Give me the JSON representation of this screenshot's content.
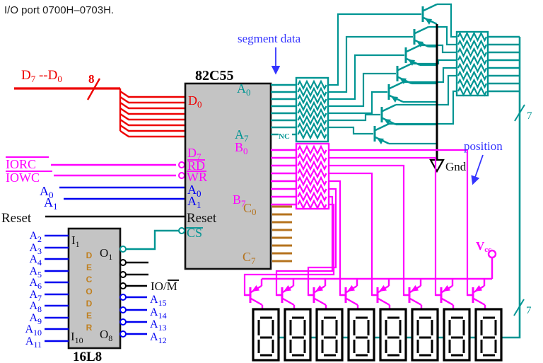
{
  "title": "I/O port 0700H–0703H.",
  "annotations": {
    "segment_data": "segment data",
    "position": "position",
    "nc": "NC",
    "gnd": "Gnd",
    "vcc": {
      "base": "V",
      "sub": "cc"
    },
    "bus_width_8": "8",
    "bus_width_7_top": "7",
    "bus_width_7_bottom": "7"
  },
  "colors": {
    "red": "#ee0000",
    "magenta": "#ff00ff",
    "teal": "#009593",
    "blue": "#0000f0",
    "label_blue": "#3434ff",
    "brown": "#b5731e",
    "chip_fill": "#c4c4c4"
  },
  "data_bus": {
    "p1": "D",
    "s1": "7",
    "p2": " --D",
    "s2": "0"
  },
  "signals": {
    "iorc": "IORC",
    "iowc": "IOWC",
    "a0": {
      "base": "A",
      "sub": "0"
    },
    "a1": {
      "base": "A",
      "sub": "1"
    },
    "reset": "Reset"
  },
  "ppi": {
    "name": "82C55",
    "pins_left": [
      {
        "base": "D",
        "sub": "0"
      },
      {
        "base": "D",
        "sub": "7"
      },
      {
        "base": "RD",
        "sub": ""
      },
      {
        "base": "WR",
        "sub": ""
      },
      {
        "base": "A",
        "sub": "0"
      },
      {
        "base": "A",
        "sub": "1"
      },
      {
        "base": "Reset",
        "sub": ""
      },
      {
        "base": "CS",
        "sub": ""
      }
    ],
    "pins_right": [
      {
        "base": "A",
        "sub": "0"
      },
      {
        "base": "A",
        "sub": "7"
      },
      {
        "base": "B",
        "sub": "0"
      },
      {
        "base": "B",
        "sub": "7"
      },
      {
        "base": "C",
        "sub": "0"
      },
      {
        "base": "C",
        "sub": "7"
      }
    ]
  },
  "decoder": {
    "name": "16L8",
    "role": "DECODER",
    "pin_i1": {
      "base": "I",
      "sub": "1"
    },
    "pin_i10": {
      "base": "I",
      "sub": "10"
    },
    "pin_o1": {
      "base": "O",
      "sub": "1"
    },
    "pin_o8": {
      "base": "O",
      "sub": "8"
    },
    "inputs": [
      {
        "base": "A",
        "sub": "2"
      },
      {
        "base": "A",
        "sub": "3"
      },
      {
        "base": "A",
        "sub": "4"
      },
      {
        "base": "A",
        "sub": "5"
      },
      {
        "base": "A",
        "sub": "6"
      },
      {
        "base": "A",
        "sub": "7"
      },
      {
        "base": "A",
        "sub": "8"
      },
      {
        "base": "A",
        "sub": "9"
      },
      {
        "base": "A",
        "sub": "10"
      },
      {
        "base": "A",
        "sub": "11"
      }
    ],
    "io_m": {
      "pre": "IO/",
      "m": "M"
    },
    "outputs": [
      {
        "base": "A",
        "sub": "15"
      },
      {
        "base": "A",
        "sub": "14"
      },
      {
        "base": "A",
        "sub": "13"
      },
      {
        "base": "A",
        "sub": "12"
      }
    ]
  }
}
